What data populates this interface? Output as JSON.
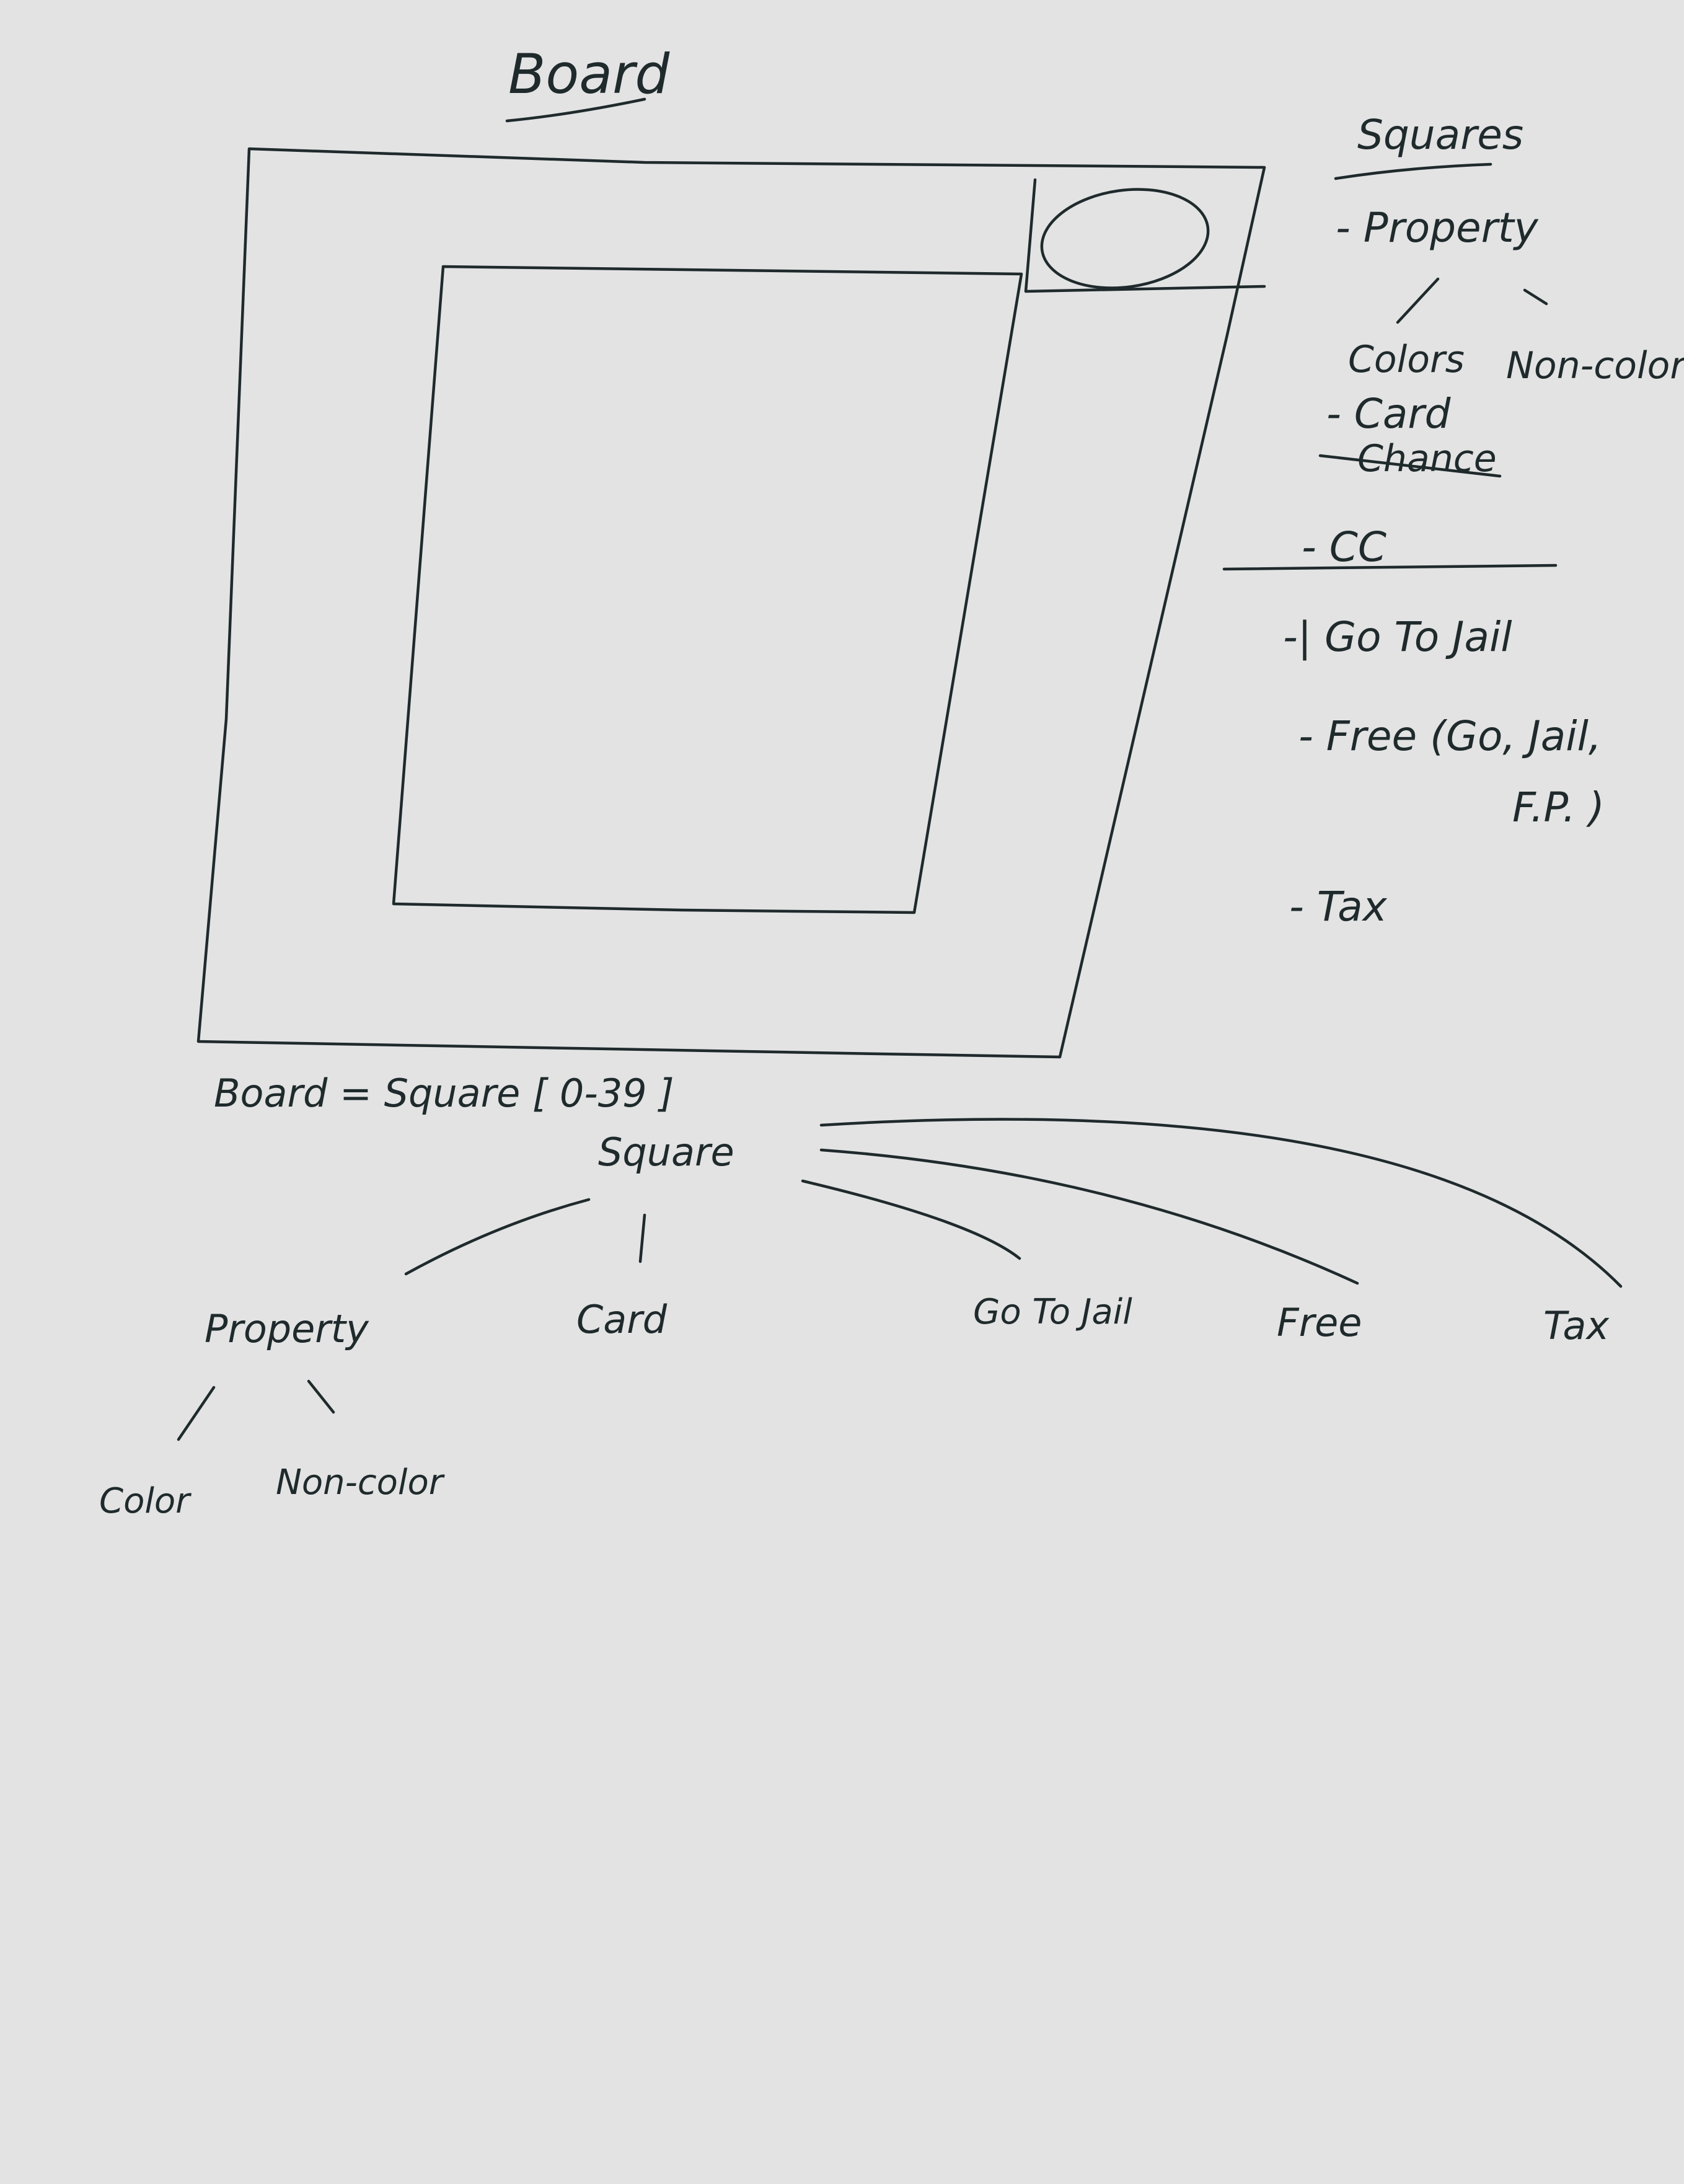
{
  "title": "Board",
  "squares_list": {
    "heading": "Squares",
    "property": "- Property",
    "property_children": [
      "Colors",
      "Non-colors"
    ],
    "card": "- Card",
    "chance_struck": "Chance",
    "cc_struck": "- CC",
    "go_to_jail": "-| Go To Jail",
    "free": "- Free (Go, Jail,",
    "free_cont": "F.P. )",
    "tax": "- Tax"
  },
  "board_definition": "Board = Square [ 0-39 ]",
  "tree": {
    "root": "Square",
    "children": [
      "Property",
      "Card",
      "Go To Jail",
      "Free",
      "Tax"
    ],
    "property_children": [
      "Color",
      "Non-color"
    ]
  }
}
